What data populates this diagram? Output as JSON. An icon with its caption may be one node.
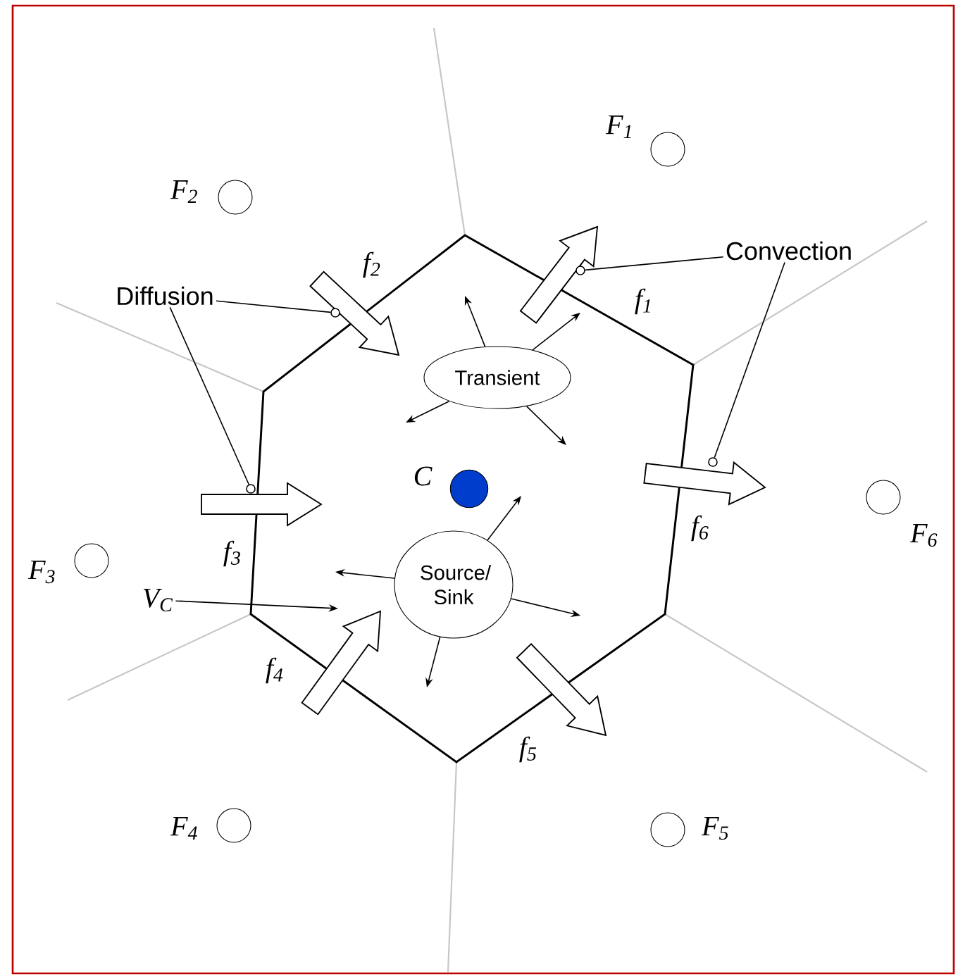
{
  "diagram": {
    "nodes": [
      {
        "text": [],
        "shape": "circle",
        "beside": [
          "F$_{1}$"
        ]
      },
      {
        "text": [],
        "shape": "circle",
        "beside": [
          "F$_{2}$"
        ]
      },
      {
        "text": [
          "Convection"
        ]
      },
      {
        "text": [
          "Diffusion"
        ]
      },
      {
        "text": [
          "Transient"
        ]
      },
      {
        "text": [],
        "shape": "circle",
        "beside": [
          "C"
        ]
      },
      {
        "text": [],
        "shape": "circle",
        "beside": [
          "F$_{6}$"
        ]
      },
      {
        "text": [],
        "shape": "circle",
        "beside": [
          "F$_{3}$"
        ]
      },
      {
        "text": [
          "Source/ Sink"
        ]
      },
      {
        "text": [
          "V$_{C}$"
        ]
      },
      {
        "text": [],
        "shape": "circle",
        "beside": [
          "F$_{4}$"
        ]
      },
      {
        "text": [],
        "shape": "circle",
        "beside": [
          "F$_{5}$"
        ]
      },
      {
        "text": [],
        "shape": "arrow",
        "beside": [
          "f$_{1}$"
        ]
      },
      {
        "text": [],
        "shape": "arrow",
        "beside": [
          "f$_{2}$"
        ]
      },
      {
        "text": [],
        "shape": "arrow",
        "beside": [
          "f$_{6}$"
        ]
      },
      {
        "text": [],
        "shape": "arrow",
        "beside": [
          "f$_{3}$"
        ]
      },
      {
        "text": [],
        "shape": "arrow",
        "beside": [
          "f$_{4}$"
        ]
      },
      {
        "text": [],
        "shape": "arrow",
        "beside": [
          "f$_{5}$"
        ]
      }
    ],
    "edges": [
      {
        "from": 3,
        "to": 13,
        "arrow": "none"
      },
      {
        "from": 3,
        "to": 15,
        "arrow": "none"
      },
      {
        "from": 2,
        "to": 12,
        "arrow": "none"
      },
      {
        "from": 2,
        "to": 14,
        "arrow": "none"
      },
      {
        "from": 4,
        "to": null,
        "arrow": "to"
      },
      {
        "from": 4,
        "to": null,
        "arrow": "to"
      },
      {
        "from": 4,
        "to": null,
        "arrow": "to"
      },
      {
        "from": 4,
        "to": null,
        "arrow": "to"
      },
      {
        "from": 8,
        "to": null,
        "arrow": "to"
      },
      {
        "from": 8,
        "to": null,
        "arrow": "to"
      },
      {
        "from": 8,
        "to": null,
        "arrow": "to"
      },
      {
        "from": 8,
        "to": null,
        "arrow": "to"
      },
      {
        "from": 9,
        "to": null,
        "arrow": "to"
      }
    ]
  }
}
